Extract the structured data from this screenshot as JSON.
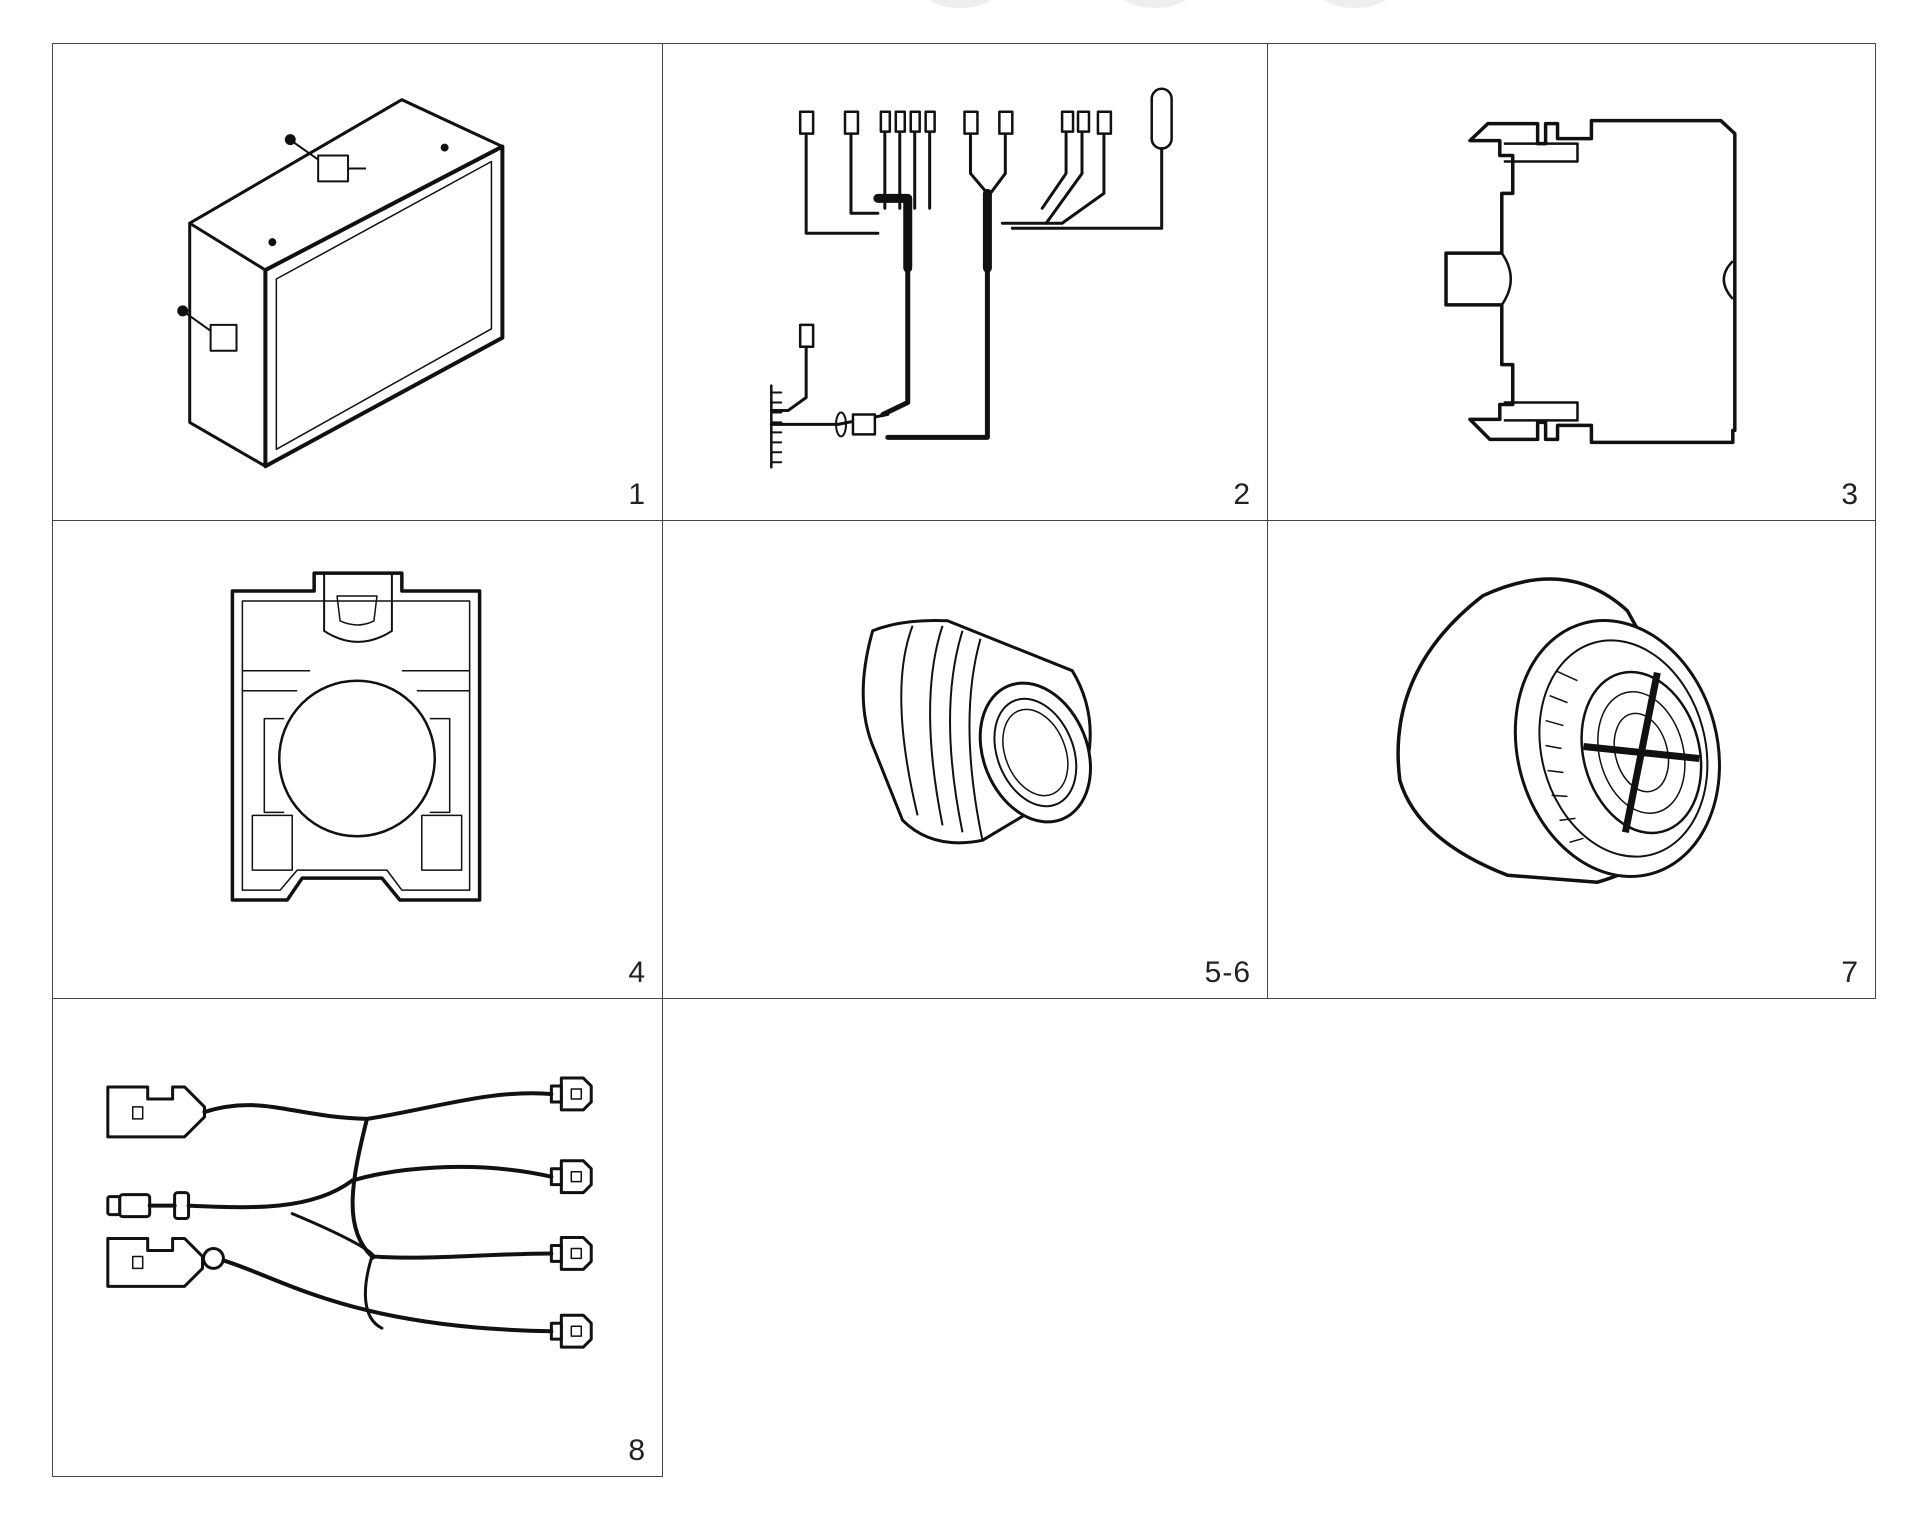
{
  "parts": [
    {
      "label": "1",
      "icon": "control-box-icon"
    },
    {
      "label": "2",
      "icon": "wiring-harness-icon"
    },
    {
      "label": "3",
      "icon": "contact-block-icon"
    },
    {
      "label": "4",
      "icon": "mounting-bracket-icon"
    },
    {
      "label": "5-6",
      "icon": "pilot-light-icon"
    },
    {
      "label": "7",
      "icon": "buzzer-icon"
    },
    {
      "label": "8",
      "icon": "splitter-cable-icon"
    }
  ]
}
